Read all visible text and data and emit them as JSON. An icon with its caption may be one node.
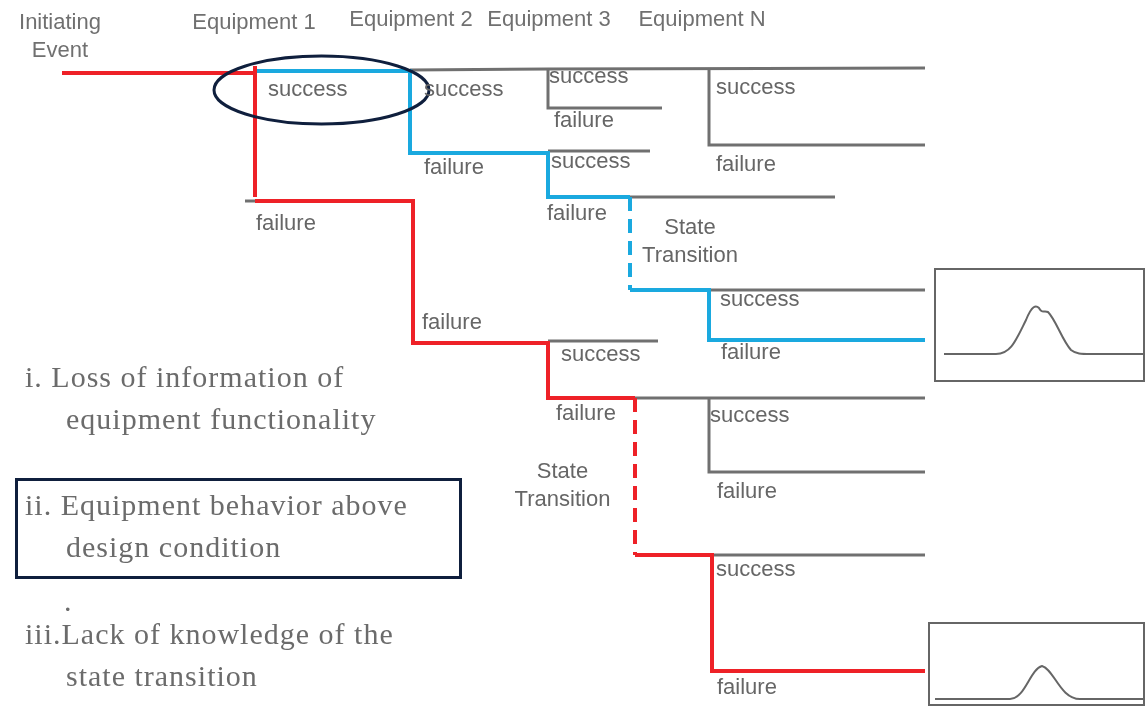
{
  "diagram": {
    "nodes": [
      {
        "text": [
          "success"
        ]
      },
      {
        "text": [
          "ii. Equipment behavior above design condition"
        ]
      },
      {
        "text": [],
        "shape": "picture"
      },
      {
        "text": [],
        "shape": "picture"
      }
    ],
    "labels": [
      "Initiating Event",
      "Equipment 1",
      "Equipment 2",
      "Equipment 3",
      "Equipment N",
      "success",
      "success",
      "success",
      "failure",
      "failure",
      "success",
      "failure",
      "failure",
      "State Transition",
      "failure",
      "success",
      "failure",
      "success",
      "failure",
      "i. Loss of information of equipment functionality",
      "failure",
      "success",
      "State Transition",
      "failure",
      ".",
      "success",
      "iii.Lack of knowledge of the state transition",
      "failure"
    ]
  }
}
